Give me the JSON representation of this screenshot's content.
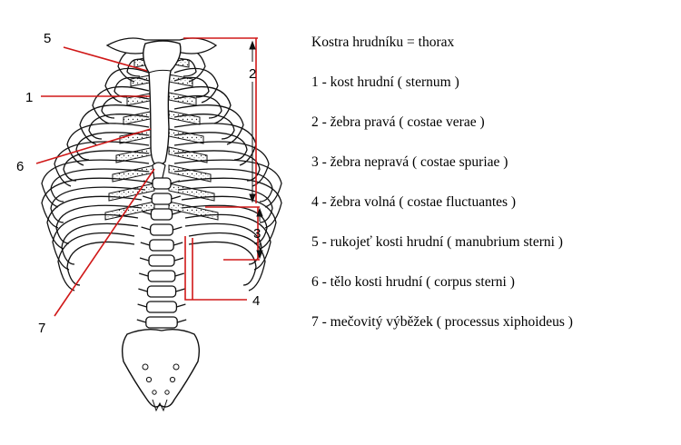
{
  "legend": {
    "title": "Kostra hrudníku = thorax",
    "items": [
      "1 - kost hrudní ( sternum )",
      "2 - žebra pravá ( costae verae )",
      "3 - žebra nepravá ( costae spuriae )",
      "4 - žebra volná ( costae fluctuantes )",
      "5 - rukojeť kosti hrudní ( manubrium sterni )",
      "6 - tělo kosti hrudní ( corpus sterni )",
      "7 - mečovitý výběžek ( processus xiphoideus )"
    ]
  },
  "callouts": {
    "n1": "1",
    "n2": "2",
    "n3": "3",
    "n4": "4",
    "n5": "5",
    "n6": "6",
    "n7": "7"
  },
  "colors": {
    "line": "#d01818",
    "ink": "#111111"
  }
}
